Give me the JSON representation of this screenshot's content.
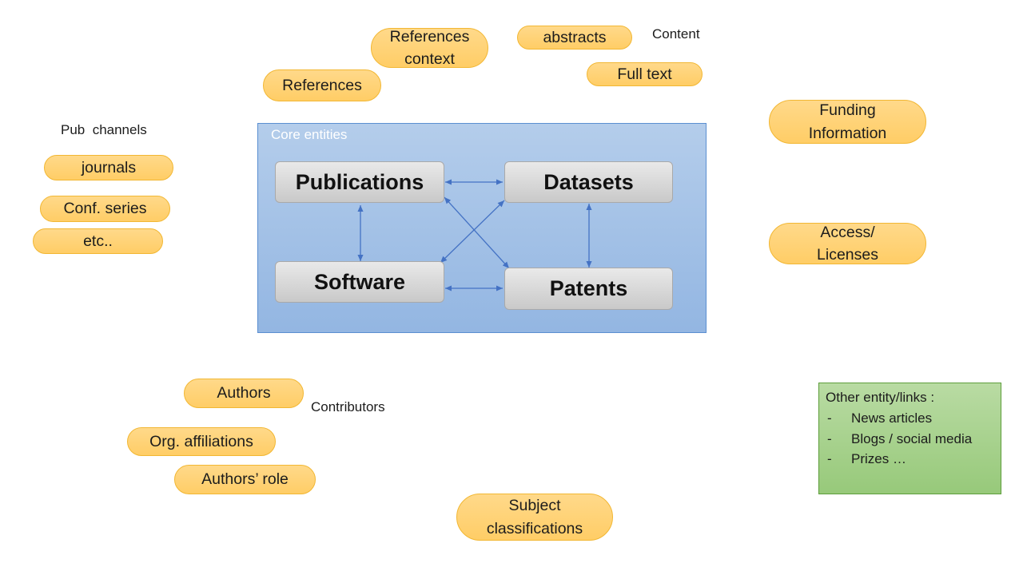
{
  "content": {
    "label": "Content",
    "items": {
      "references_context": "References\ncontext",
      "abstracts": "abstracts",
      "full_text": "Full text",
      "references": "References"
    }
  },
  "pub_channels": {
    "label": "Pub  channels",
    "items": [
      "journals",
      "Conf. series",
      "etc.."
    ]
  },
  "core": {
    "title": "Core entities",
    "entities": {
      "publications": "Publications",
      "datasets": "Datasets",
      "software": "Software",
      "patents": "Patents"
    }
  },
  "side": {
    "funding": "Funding\nInformation",
    "access": "Access/\nLicenses"
  },
  "contributors": {
    "label": "Contributors",
    "items": {
      "authors": "Authors",
      "affiliations": "Org. affiliations",
      "role": "Authors’ role"
    }
  },
  "subject": "Subject\nclassifications",
  "other": {
    "title": "Other entity/links :",
    "bullet": "-",
    "items": [
      "News articles",
      "Blogs / social media",
      "Prizes …"
    ]
  },
  "colors": {
    "pill_fill": "#ffcd66",
    "pill_border": "#f2b733",
    "core_fill": "#a4c2e8",
    "core_border": "#5b8fd1",
    "entity_fill": "#d9d9d9",
    "arrow": "#4472c4",
    "other_fill": "#a9d18e",
    "other_border": "#5e9e3c"
  }
}
